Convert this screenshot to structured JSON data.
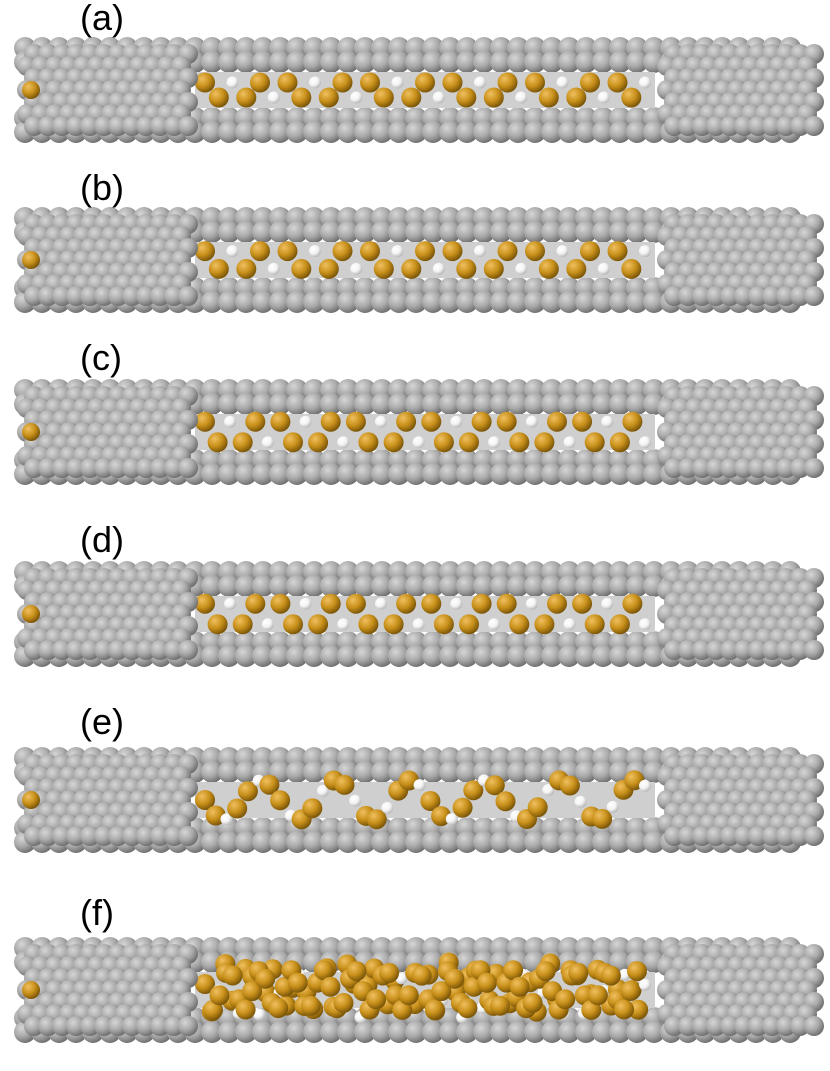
{
  "figure": {
    "colors": {
      "carbon": "#a9a9a9",
      "carbon_light": "#d6d6d6",
      "carbon_dark": "#6f6f6f",
      "sulfur": "#c8901a",
      "sulfur_light": "#f0c060",
      "sulfur_dark": "#7a5508",
      "hydrogen": "#f4f4f4",
      "background": "#ffffff"
    },
    "panels": [
      {
        "label": "(a)",
        "chain": "zigzag",
        "period": 11,
        "amplitude": 0.25
      },
      {
        "label": "(b)",
        "chain": "zigzag",
        "period": 11,
        "amplitude": 0.35
      },
      {
        "label": "(c)",
        "chain": "zigzag",
        "period": 12,
        "amplitude": 0.45
      },
      {
        "label": "(d)",
        "chain": "zigzag",
        "period": 12,
        "amplitude": 0.45
      },
      {
        "label": "(e)",
        "chain": "helix",
        "period": 14,
        "amplitude": 0.6
      },
      {
        "label": "(f)",
        "chain": "bundle",
        "period": 22,
        "amplitude": 0.9
      }
    ]
  }
}
